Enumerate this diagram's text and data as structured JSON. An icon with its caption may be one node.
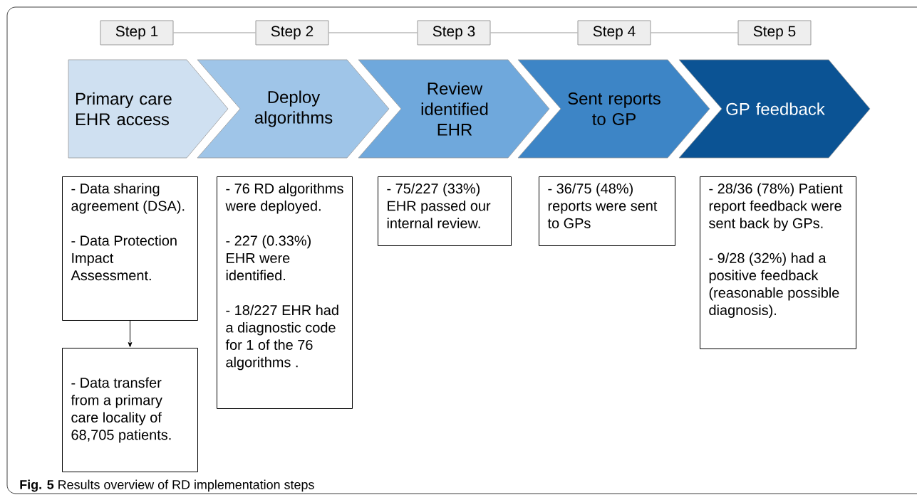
{
  "diagram": {
    "caption": "**Fig. 5** Results overview of RD implementation steps",
    "nodes": [
      {
        "text": [
          "Step 1"
        ]
      },
      {
        "text": [
          "Step 2"
        ]
      },
      {
        "text": [
          "Step 3"
        ]
      },
      {
        "text": [
          "Step 4"
        ]
      },
      {
        "text": [
          "Step 5"
        ]
      },
      {
        "text": [
          "Primary care EHR access"
        ]
      },
      {
        "text": [
          "Deploy algorithms"
        ]
      },
      {
        "text": [
          "Review identified EHR"
        ]
      },
      {
        "text": [
          "Sent reports to GP"
        ]
      },
      {
        "text": [
          "GP feedback"
        ]
      },
      {
        "text": [
          "- Data sharing agreement (DSA).",
          "- Data Protection Impact Assessment."
        ]
      },
      {
        "text": [
          "- Data transfer from a primary care locality of 68,705 patients."
        ]
      },
      {
        "text": [
          "- 76 RD algorithms were deployed.",
          "- 227 (0.33%) EHR were identified.",
          "- 18/227 EHR had a diagnostic code for 1 of the 76 algorithms ."
        ]
      },
      {
        "text": [
          "- 75/227 (33%) EHR passed our internal review."
        ]
      },
      {
        "text": [
          "- 36/75 (48%) reports were sent to GPs"
        ]
      },
      {
        "text": [
          "- 28/36 (78%) Patient report feedback were sent back by GPs.",
          "- 9/28 (32%) had a positive feedback (reasonable possible diagnosis)."
        ]
      }
    ],
    "edges": [
      {
        "from": 0,
        "to": 1,
        "arrow": "none"
      },
      {
        "from": 1,
        "to": 2,
        "arrow": "none"
      },
      {
        "from": 2,
        "to": 3,
        "arrow": "none"
      },
      {
        "from": 3,
        "to": 4,
        "arrow": "none"
      },
      {
        "from": 10,
        "to": 11,
        "arrow": "to",
        "color": "#000000"
      }
    ]
  }
}
